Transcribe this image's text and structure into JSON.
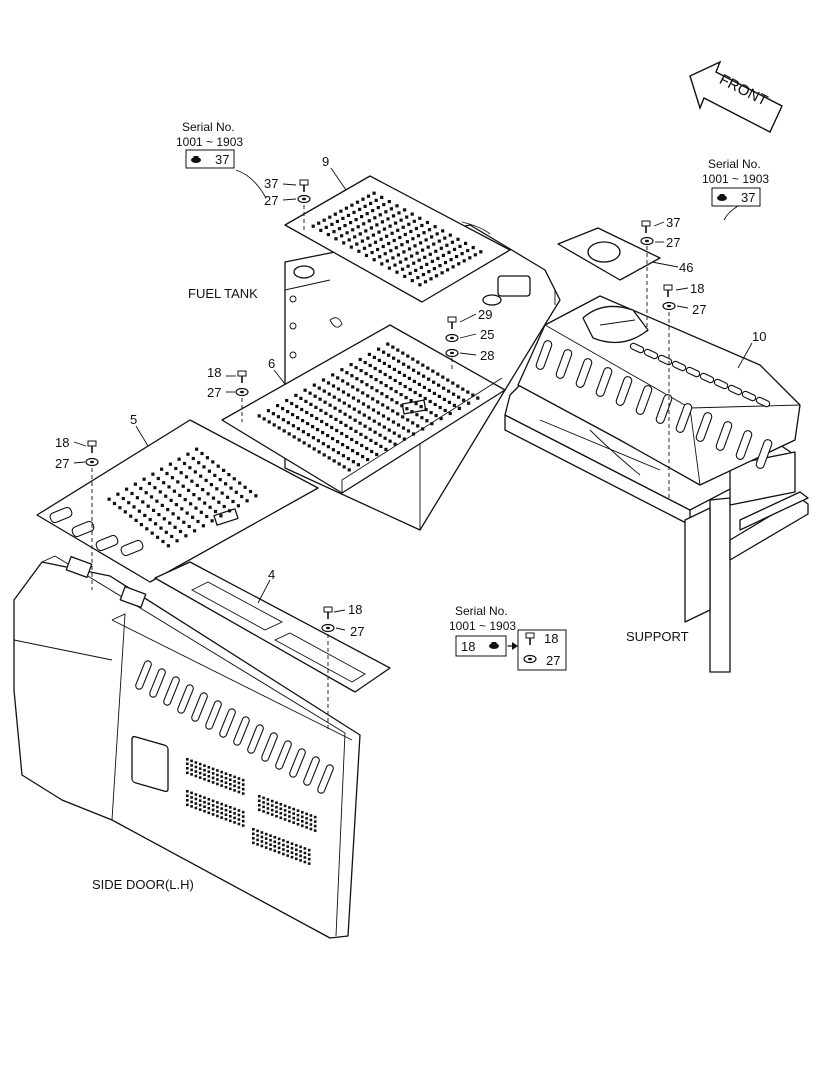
{
  "front_arrow": {
    "label": "FRONT"
  },
  "labels": {
    "fuel_tank": "FUEL TANK",
    "support": "SUPPORT",
    "side_door": "SIDE DOOR(L.H)"
  },
  "serial_notes": [
    {
      "title": "Serial No.",
      "range": "1001 ~ 1903",
      "boxes": [
        "37"
      ]
    },
    {
      "title": "Serial No.",
      "range": "1001 ~ 1903",
      "boxes": [
        "37"
      ]
    },
    {
      "title": "Serial No.",
      "range": "1001 ~ 1903",
      "boxes": [
        "18",
        "18",
        "27"
      ]
    }
  ],
  "callouts": [
    "9",
    "37",
    "27",
    "37",
    "27",
    "46",
    "18",
    "27",
    "10",
    "29",
    "25",
    "28",
    "18",
    "27",
    "6",
    "18",
    "27",
    "5",
    "4",
    "18",
    "27"
  ],
  "icons": {
    "bolt": "bolt-icon",
    "washer": "washer-icon",
    "flange_bolt": "flange-bolt-icon"
  }
}
